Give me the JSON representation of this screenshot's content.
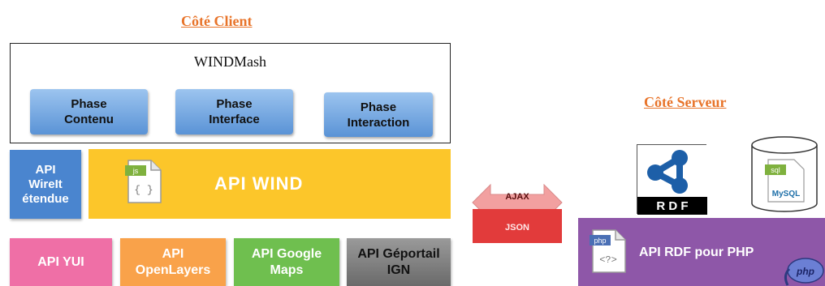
{
  "headings": {
    "client": "Côté Client",
    "server": "Côté Serveur"
  },
  "windmash": {
    "title": "WINDMash",
    "phases": [
      {
        "line1": "Phase",
        "line2": "Contenu"
      },
      {
        "line1": "Phase",
        "line2": "Interface"
      },
      {
        "line1": "Phase",
        "line2": "Interaction"
      }
    ]
  },
  "apis": {
    "wirelt": {
      "line1": "API",
      "line2": "WireIt",
      "line3": "étendue"
    },
    "wind": {
      "label": "API WIND",
      "file_tag": "js",
      "file_glyph": "{ }"
    },
    "libs": [
      {
        "line1": "API YUI",
        "line2": ""
      },
      {
        "line1": "API",
        "line2": "OpenLayers"
      },
      {
        "line1": "API Google",
        "line2": "Maps"
      },
      {
        "line1": "API Géportail",
        "line2": "IGN"
      }
    ]
  },
  "connector": {
    "top": "AJAX",
    "bottom": "JSON"
  },
  "server": {
    "rdf_label": "R D F",
    "db_tag": "sql",
    "db_brand": "MySQL",
    "php_tag": "php",
    "php_glyph": "<?>",
    "php_logo": "php",
    "label": "API  RDF pour PHP"
  },
  "colors": {
    "heading": "#e8742a",
    "phase": "#5a93d6",
    "wirelt": "#4a85cf",
    "wind": "#fcc62a",
    "yui": "#ef6fa6",
    "openlayers": "#f9a24a",
    "google": "#6fbf4f",
    "geoportail": "#7d7d7d",
    "ajax": "#f2a0a0",
    "json": "#e23b3b",
    "server": "#8e57a8"
  }
}
